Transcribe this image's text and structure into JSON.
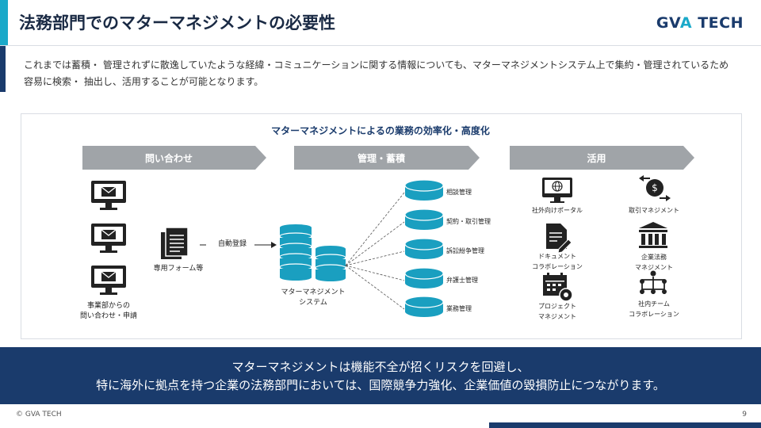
{
  "slide": {
    "title": "法務部門でのマターマネジメントの必要性",
    "logo_main": "GV",
    "logo_accent": "A",
    "logo_rest": " TECH",
    "description": "これまでは蓄積・ 管理されずに散逸していたような経緯・コミュニケーションに関する情報についても、マターマネジメントシステム上で集約・管理されているため容易に検索・ 抽出し、活用することが可能となります。"
  },
  "diagram": {
    "title": "マターマネジメントによるの業務の効率化・高度化",
    "steps": [
      "問い合わせ",
      "管理・蓄積",
      "活用"
    ],
    "inquiry_source_label": [
      "事業部からの",
      "問い合わせ・申請"
    ],
    "form_label": "専用フォーム等",
    "auto_register_label": "自動登録",
    "system_label": [
      "マターマネジメント",
      "システム"
    ],
    "databases": [
      "相談管理",
      "契約・取引管理",
      "訴訟紛争管理",
      "弁護士管理",
      "業務管理"
    ],
    "uses_left": [
      {
        "icon": "web-monitor-icon",
        "label": [
          "社外向けポータル"
        ]
      },
      {
        "icon": "document-edit-icon",
        "label": [
          "ドキュメント",
          "コラボレーション"
        ]
      },
      {
        "icon": "calendar-gear-icon",
        "label": [
          "プロジェクト",
          "マネジメント"
        ]
      }
    ],
    "uses_right": [
      {
        "icon": "money-exchange-icon",
        "label": [
          "取引マネジメント"
        ]
      },
      {
        "icon": "institution-icon",
        "label": [
          "企業法務",
          "マネジメント"
        ]
      },
      {
        "icon": "team-network-icon",
        "label": [
          "社内チーム",
          "コラボレーション"
        ]
      }
    ]
  },
  "banner": {
    "line1": "マターマネジメントは機能不全が招くリスクを回避し、",
    "line2": "特に海外に拠点を持つ企業の法務部門においては、国際競争力強化、企業価値の毀損防止につながります。"
  },
  "footer": {
    "copyright": "© GVA TECH",
    "page": "9"
  },
  "colors": {
    "navy": "#1a3b6c",
    "accent": "#1aa9c9",
    "step_gray": "#a0a4a8"
  }
}
